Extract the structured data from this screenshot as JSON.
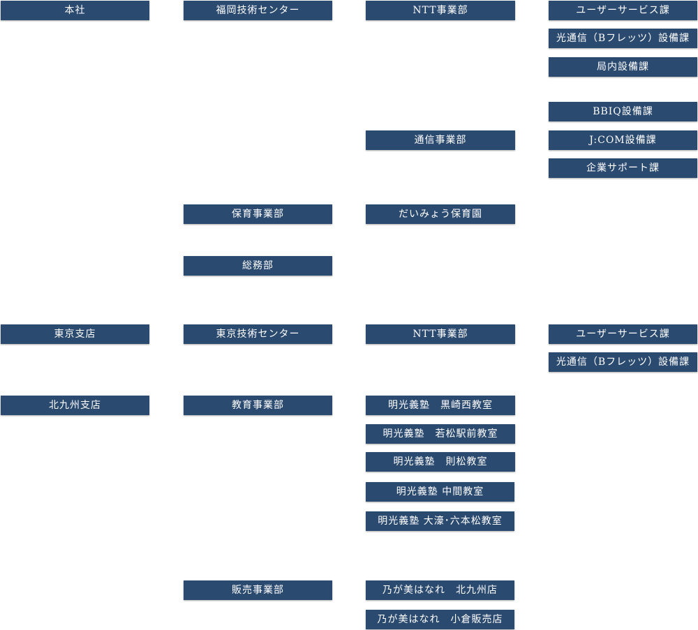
{
  "org": {
    "honsha": "本社",
    "fukuoka_center": "福岡技術センター",
    "ntt_dept_1": "NTT事業部",
    "user_service_1": "ユーザーサービス課",
    "hikari_1": "光通信（Bフレッツ）設備課",
    "kyokunai": "局内設備課",
    "bbiq": "BBIQ設備課",
    "tsushin_dept": "通信事業部",
    "jcom": "J:COM設備課",
    "kigyo_support": "企業サポート課",
    "hoiku_dept": "保育事業部",
    "daimyo_hoikuen": "だいみょう保育園",
    "somu": "総務部",
    "tokyo_branch": "東京支店",
    "tokyo_center": "東京技術センター",
    "ntt_dept_2": "NTT事業部",
    "user_service_2": "ユーザーサービス課",
    "hikari_2": "光通信（Bフレッツ）設備課",
    "kitakyushu_branch": "北九州支店",
    "kyoiku_dept": "教育事業部",
    "meiko_kurosakinishi": "明光義塾　黒崎西教室",
    "meiko_wakamatsu": "明光義塾　若松駅前教室",
    "meiko_norimatsu": "明光義塾　則松教室",
    "meiko_nakama": "明光義塾 中間教室",
    "meiko_ohkura": "明光義塾 大濠･六本松教室",
    "hanbai_dept": "販売事業部",
    "nogami_kitakyushu": "乃が美はなれ　北九州店",
    "nogami_kokura": "乃が美はなれ　小倉販売店"
  }
}
